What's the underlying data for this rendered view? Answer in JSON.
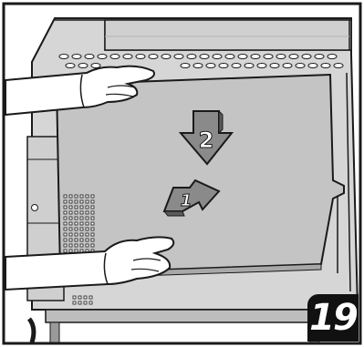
{
  "illustration": {
    "step_number": "19",
    "arrow_first_label": "1",
    "arrow_second_label": "2"
  },
  "colors": {
    "panel": "#c4c4c4",
    "panel_shadow": "#a8a8a8",
    "cabinet": "#d6d6d6",
    "cabinet_dark": "#9a9a9a",
    "arrow": "#8a8a8a",
    "arrow_dark": "#5a5a5a",
    "outline": "#1a1a1a",
    "glove": "#ffffff"
  },
  "icons": [
    "down-arrow-icon",
    "up-arrow-icon",
    "left-glove-icon",
    "right-glove-icon"
  ]
}
